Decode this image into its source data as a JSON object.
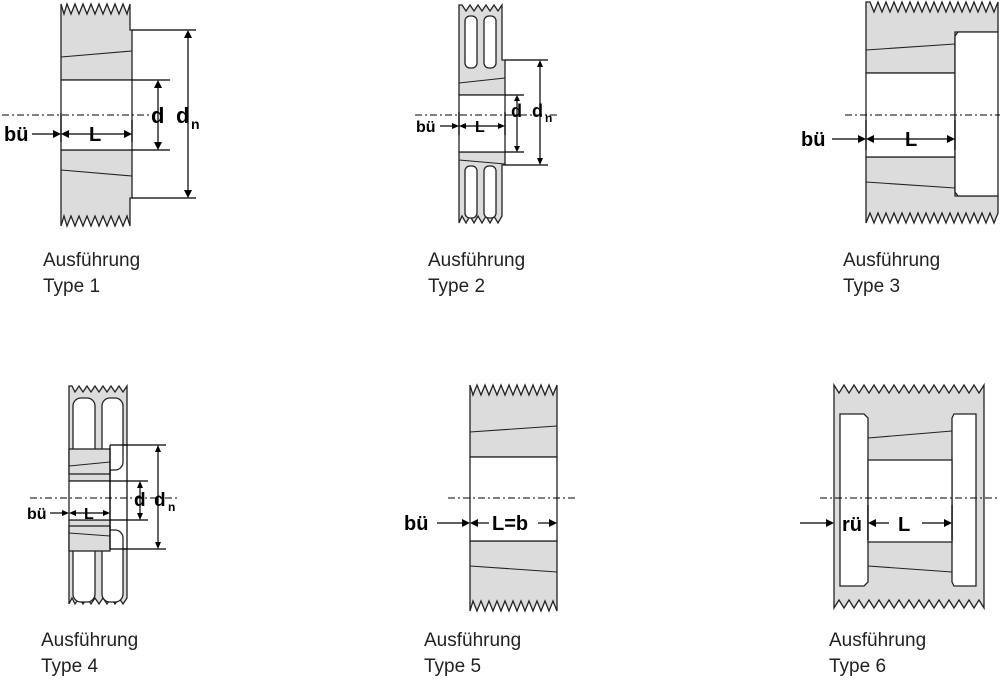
{
  "figures": [
    {
      "id": "type1",
      "caption_line1": "Ausführung",
      "caption_line2": "Type 1",
      "labels": {
        "bore_offset": "bü",
        "length": "L",
        "bore": "d",
        "hub": "d",
        "hub_sub": "n"
      }
    },
    {
      "id": "type2",
      "caption_line1": "Ausführung",
      "caption_line2": "Type 2",
      "labels": {
        "bore_offset": "bü",
        "length": "L",
        "bore": "d",
        "hub": "d",
        "hub_sub": "n"
      }
    },
    {
      "id": "type3",
      "caption_line1": "Ausführung",
      "caption_line2": "Type 3",
      "labels": {
        "bore_offset": "bü",
        "length": "L"
      }
    },
    {
      "id": "type4",
      "caption_line1": "Ausführung",
      "caption_line2": "Type 4",
      "labels": {
        "bore_offset": "bü",
        "length": "L",
        "bore": "d",
        "hub": "d",
        "hub_sub": "n"
      }
    },
    {
      "id": "type5",
      "caption_line1": "Ausführung",
      "caption_line2": "Type 5",
      "labels": {
        "bore_offset": "bü",
        "length": "L=b"
      }
    },
    {
      "id": "type6",
      "caption_line1": "Ausführung",
      "caption_line2": "Type 6",
      "labels": {
        "bore_offset": "rü",
        "length": "L"
      }
    }
  ],
  "colors": {
    "section_fill": "#dcdcdc",
    "line": "#222222",
    "background": "#ffffff"
  }
}
